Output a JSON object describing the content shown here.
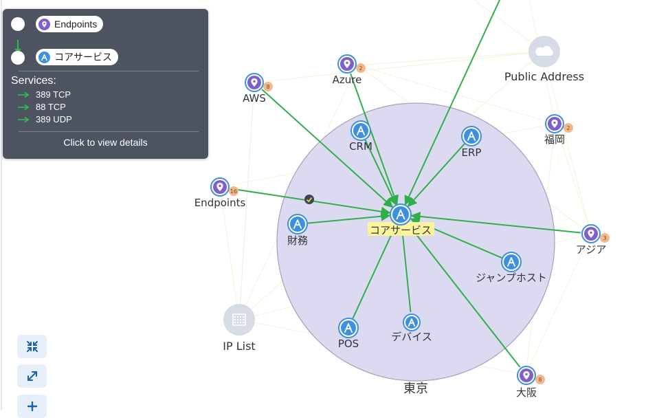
{
  "tooltip": {
    "from_label": "Endpoints",
    "to_label": "コアサービス",
    "services_title": "Services:",
    "services": [
      "389 TCP",
      "88 TCP",
      "389 UDP"
    ],
    "details_label": "Click to view details",
    "accent": "#33b84a"
  },
  "graph": {
    "group_label": "東京",
    "nodes": [
      {
        "id": "core",
        "label": "コアサービス",
        "icon": "app-icon",
        "highlighted": true
      },
      {
        "id": "crm",
        "label": "CRM",
        "icon": "app-icon"
      },
      {
        "id": "erp",
        "label": "ERP",
        "icon": "app-icon"
      },
      {
        "id": "zaimu",
        "label": "財務",
        "icon": "app-icon"
      },
      {
        "id": "jump",
        "label": "ジャンプホスト",
        "icon": "app-icon"
      },
      {
        "id": "pos",
        "label": "POS",
        "icon": "app-icon"
      },
      {
        "id": "device",
        "label": "デバイス",
        "icon": "app-icon"
      },
      {
        "id": "azure",
        "label": "Azure",
        "icon": "location-pin-icon",
        "badge": "2"
      },
      {
        "id": "aws",
        "label": "AWS",
        "icon": "location-pin-icon",
        "badge": "8"
      },
      {
        "id": "endpoints",
        "label": "Endpoints",
        "icon": "location-pin-icon",
        "badge": "16"
      },
      {
        "id": "fukuoka",
        "label": "福岡",
        "icon": "location-pin-icon",
        "badge": "2"
      },
      {
        "id": "asia",
        "label": "アジア",
        "icon": "location-pin-icon",
        "badge": "3"
      },
      {
        "id": "osaka",
        "label": "大阪",
        "icon": "location-pin-icon",
        "badge": "8"
      },
      {
        "id": "public",
        "label": "Public Address",
        "icon": "cloud-icon"
      },
      {
        "id": "iplist",
        "label": "IP List",
        "icon": "grid-icon"
      }
    ],
    "edges": [
      {
        "from": "top-offscreen",
        "to": "core"
      },
      {
        "from": "aws",
        "to": "core"
      },
      {
        "from": "azure",
        "to": "core"
      },
      {
        "from": "crm",
        "to": "core"
      },
      {
        "from": "erp",
        "to": "core"
      },
      {
        "from": "endpoints",
        "to": "core"
      },
      {
        "from": "zaimu",
        "to": "core"
      },
      {
        "from": "asia",
        "to": "core"
      },
      {
        "from": "jump",
        "to": "core"
      },
      {
        "from": "pos",
        "to": "core"
      },
      {
        "from": "device",
        "to": "core"
      },
      {
        "from": "osaka",
        "to": "core"
      }
    ],
    "colors": {
      "edge": "#2fae49",
      "group_fill": "#dcdaf1",
      "group_stroke": "#a4a0b8",
      "app_icon": "#3d8fe0",
      "location_icon": "#7f5fd0",
      "badge": "#f3b98d",
      "highlight": "#fdf39a"
    }
  },
  "controls": [
    {
      "name": "collapse",
      "icon": "collapse-icon"
    },
    {
      "name": "expand",
      "icon": "expand-icon"
    },
    {
      "name": "zoom-in",
      "icon": "plus-icon"
    }
  ]
}
